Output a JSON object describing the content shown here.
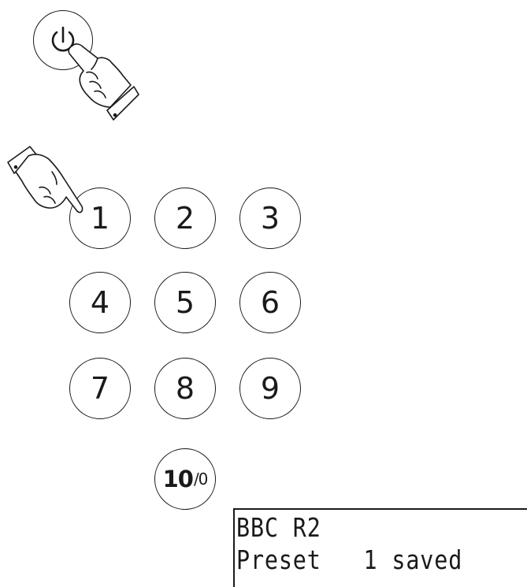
{
  "power_button": {
    "icon": "power-icon"
  },
  "keypad": {
    "keys": [
      "1",
      "2",
      "3",
      "4",
      "5",
      "6",
      "7",
      "8",
      "9"
    ],
    "ten_key": {
      "main": "10",
      "sub": "/0"
    }
  },
  "display": {
    "line1": "BBC R2",
    "line2": "Preset   1 saved"
  }
}
